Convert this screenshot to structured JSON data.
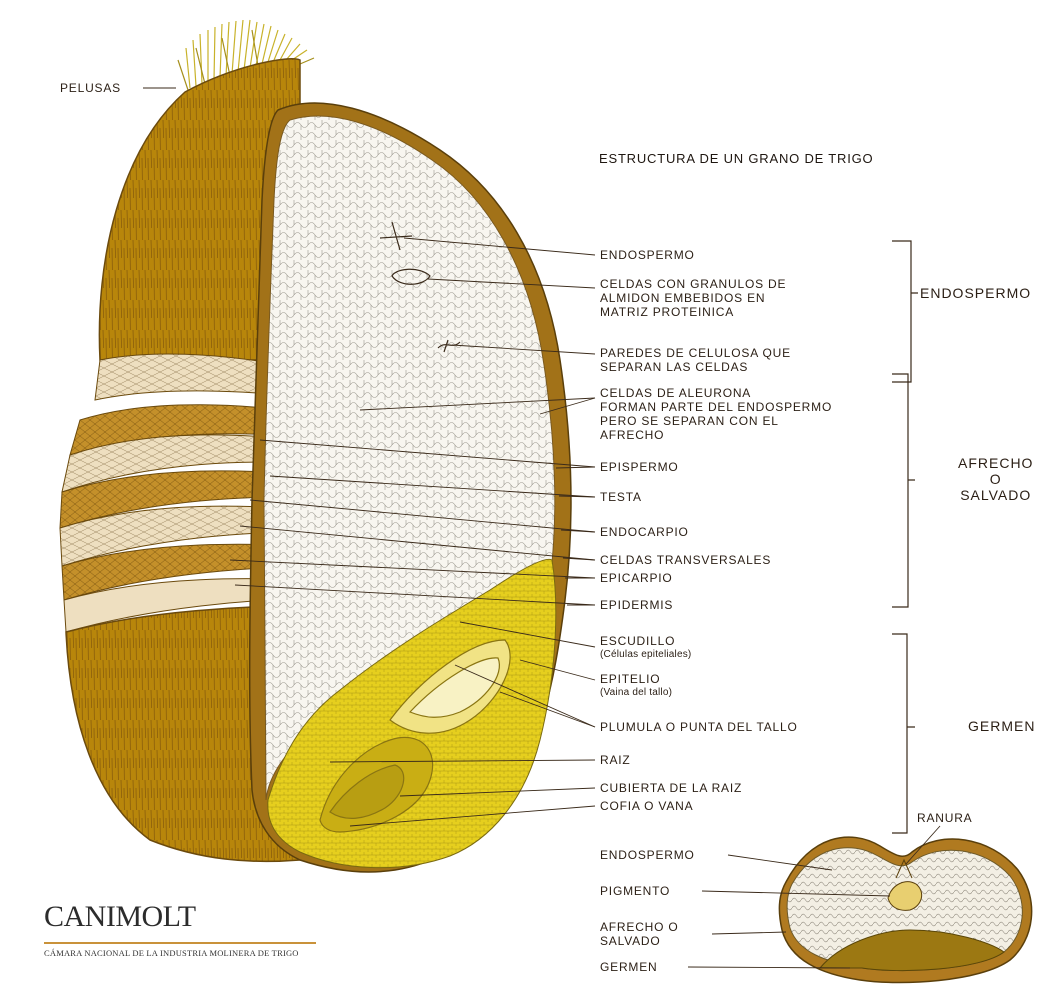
{
  "title": "ESTRUCTURA DE UN GRANO DE TRIGO",
  "labels": {
    "pelusas": "PELUSAS",
    "endospermo": "ENDOSPERMO",
    "celdas_granulos": [
      "CELDAS CON GRANULOS DE",
      "ALMIDON EMBEBIDOS EN",
      "MATRIZ PROTEINICA"
    ],
    "paredes": [
      "PAREDES DE CELULOSA QUE",
      "SEPARAN LAS CELDAS"
    ],
    "aleurona": [
      "CELDAS DE ALEURONA",
      "FORMAN PARTE DEL ENDOSPERMO",
      "PERO SE SEPARAN CON EL",
      "AFRECHO"
    ],
    "epispermo": "EPISPERMO",
    "testa": "TESTA",
    "endocarpio": "ENDOCARPIO",
    "celdas_transversales": "CELDAS TRANSVERSALES",
    "epicarpio": "EPICARPIO",
    "epidermis": "EPIDERMIS",
    "escudillo": "ESCUDILLO",
    "escudillo_note": "(Células epiteliales)",
    "epitelio": "EPITELIO",
    "epitelio_note": "(Vaina del tallo)",
    "plumula": "PLUMULA O PUNTA DEL TALLO",
    "raiz": "RAIZ",
    "cubierta_raiz": "CUBIERTA DE LA RAIZ",
    "cofia": "COFIA O VANA"
  },
  "groups": {
    "endospermo": "ENDOSPERMO",
    "afrecho": [
      "AFRECHO",
      "O",
      "SALVADO"
    ],
    "germen": "GERMEN"
  },
  "cross_section": {
    "ranura": "RANURA",
    "endospermo": "ENDOSPERMO",
    "pigmento": "PIGMENTO",
    "afrecho": [
      "AFRECHO O",
      "SALVADO"
    ],
    "germen": "GERMEN"
  },
  "logo": {
    "name": "CANIMOLT",
    "subtitle": "CÁMARA NACIONAL DE LA INDUSTRIA MOLINERA DE TRIGO"
  },
  "colors": {
    "bran": "#b8860b",
    "bran_dark": "#7a5410",
    "endosperm": "#f7f5ef",
    "germ": "#e3cc1c",
    "aleurone_layers": "#eedfc0",
    "ink": "#2a1e14",
    "logo_rule": "#c9923a"
  }
}
